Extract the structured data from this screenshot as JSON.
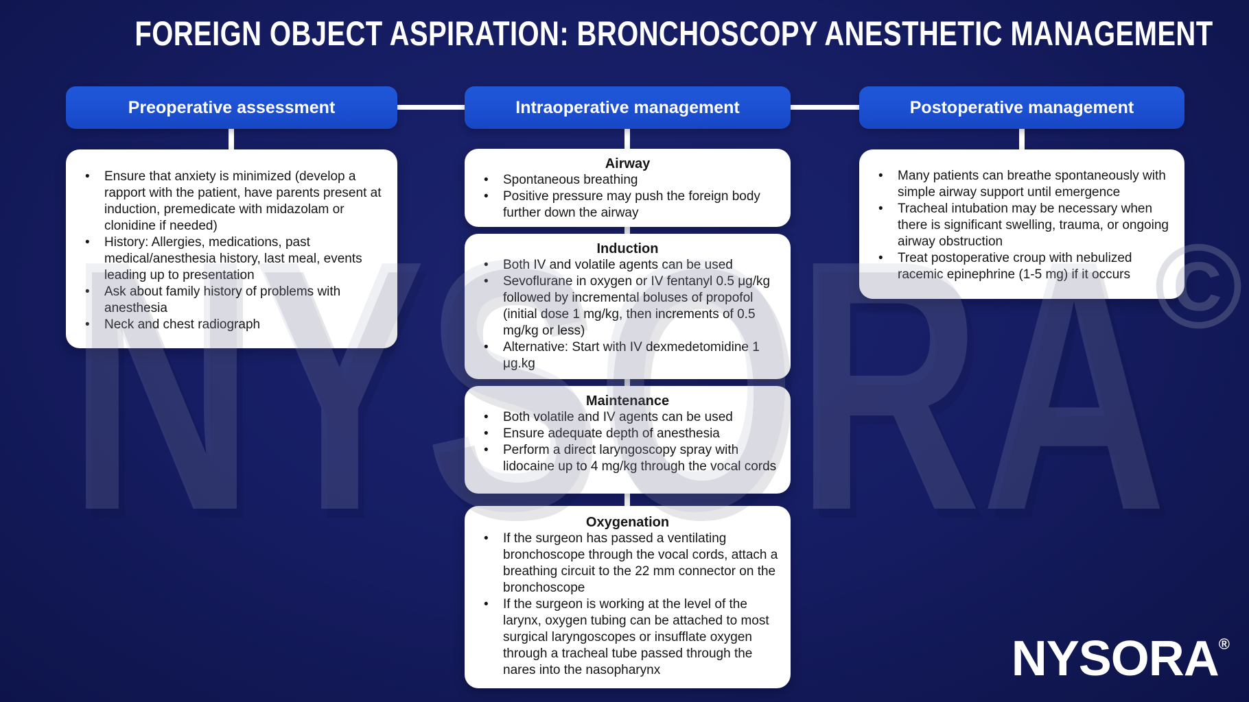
{
  "title": "FOREIGN OBJECT ASPIRATION: BRONCHOSCOPY ANESTHETIC MANAGEMENT",
  "columns": [
    {
      "header": "Preoperative assessment",
      "sections": [
        {
          "title": "",
          "bullets": [
            "Ensure that anxiety is minimized (develop a rapport with the patient, have parents present at induction, premedicate with midazolam or clonidine if needed)",
            "History: Allergies, medications, past medical/anesthesia history, last meal, events leading up to presentation",
            "Ask about family history of problems with anesthesia",
            "Neck and chest radiograph"
          ]
        }
      ]
    },
    {
      "header": "Intraoperative management",
      "sections": [
        {
          "title": "Airway",
          "bullets": [
            "Spontaneous breathing",
            "Positive pressure may push the foreign body further down the airway"
          ]
        },
        {
          "title": "Induction",
          "bullets": [
            "Both IV and volatile agents can be used",
            "Sevoflurane in oxygen or IV fentanyl 0.5 μg/kg followed by incremental boluses of propofol (initial dose 1 mg/kg, then increments of 0.5 mg/kg or less)",
            "Alternative: Start with IV dexmedetomidine 1 μg.kg"
          ]
        },
        {
          "title": "Maintenance",
          "bullets": [
            "Both volatile and IV agents can be used",
            "Ensure adequate depth of anesthesia",
            "Perform a direct laryngoscopy spray with lidocaine up to 4 mg/kg through the vocal cords"
          ]
        },
        {
          "title": "Oxygenation",
          "bullets": [
            "If the surgeon has passed a ventilating bronchoscope through the vocal cords, attach a breathing circuit to the 22 mm connector on the bronchoscope",
            "If the surgeon is working at the level of the larynx, oxygen tubing can be attached to most surgical laryngoscopes or insufflate oxygen through a tracheal tube passed through the nares into the nasopharynx"
          ]
        }
      ]
    },
    {
      "header": "Postoperative management",
      "sections": [
        {
          "title": "",
          "bullets": [
            "Many patients can breathe spontaneously with simple airway support until emergence",
            "Tracheal intubation may be necessary when there is significant swelling, trauma, or ongoing airway obstruction",
            "Treat postoperative croup with nebulized racemic epinephrine (1-5 mg) if it occurs"
          ]
        }
      ]
    }
  ],
  "watermark": {
    "text": "NYSORA",
    "copyright": "©"
  },
  "logo": {
    "text": "NYSORA",
    "registered": "®"
  },
  "colors": {
    "background_navy": "#151c62",
    "header_blue": "#1b51d1",
    "card_white": "#ffffff",
    "text_dark": "#151515",
    "connector_white": "#ffffff"
  }
}
